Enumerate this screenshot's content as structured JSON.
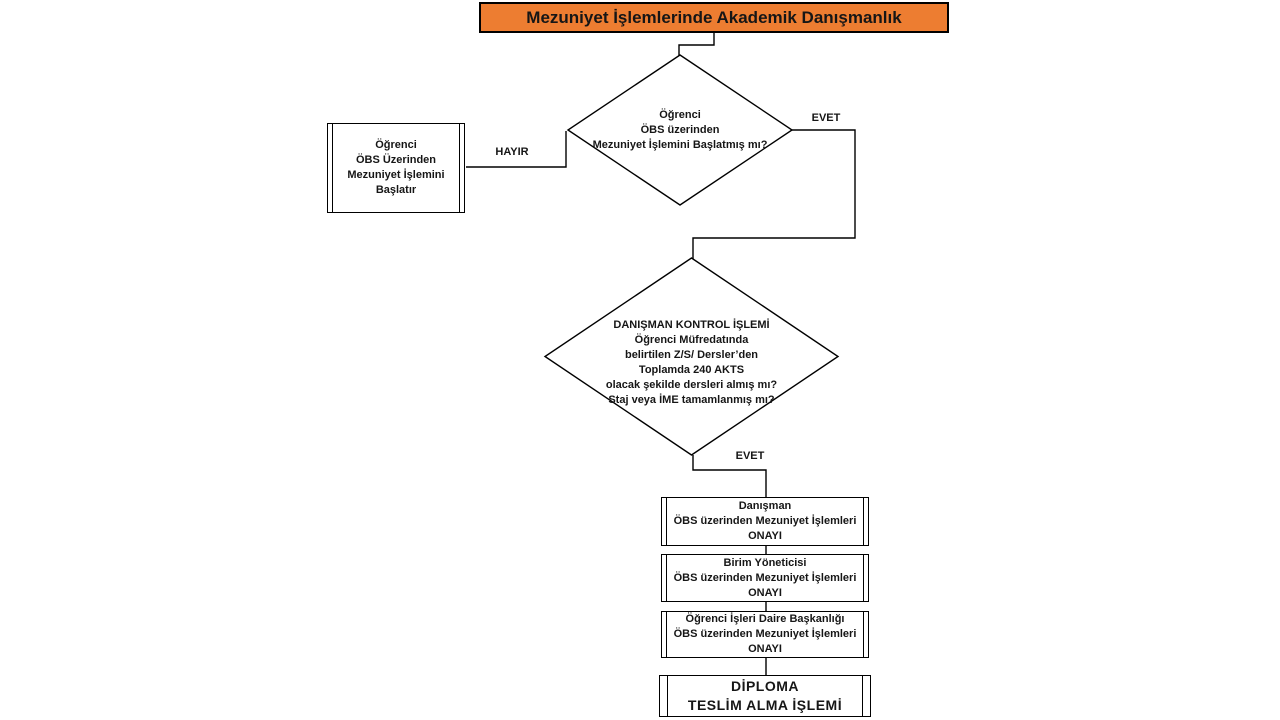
{
  "title": {
    "text": "Mezuniyet İşlemlerinde Akademik Danışmanlık",
    "fill_color": "#ED7D31",
    "border_color": "#000000"
  },
  "decisions": {
    "start": {
      "lines": [
        "Öğrenci",
        "ÖBS üzerinden",
        "Mezuniyet İşlemini Başlatmış mı?"
      ]
    },
    "advisor_check": {
      "lines": [
        "DANIŞMAN KONTROL İŞLEMİ",
        "Öğrenci Müfredatında",
        "belirtilen Z/S/ Dersler’den",
        "Toplamda 240 AKTS",
        "olacak şekilde dersleri almış mı?",
        "Staj veya İME tamamlanmış mı?"
      ]
    }
  },
  "processes": {
    "student_start": {
      "lines": [
        "Öğrenci",
        "ÖBS Üzerinden",
        "Mezuniyet İşlemini",
        "Başlatır"
      ]
    },
    "advisor_approval": {
      "lines": [
        "Danışman",
        "ÖBS üzerinden Mezuniyet İşlemleri",
        "ONAYI"
      ]
    },
    "unit_manager_approval": {
      "lines": [
        "Birim Yöneticisi",
        "ÖBS üzerinden Mezuniyet İşlemleri",
        "ONAYI"
      ]
    },
    "student_affairs_approval": {
      "lines": [
        "Öğrenci İşleri Daire Başkanlığı",
        "ÖBS üzerinden Mezuniyet İşlemleri",
        "ONAYI"
      ]
    },
    "diploma": {
      "lines": [
        "DİPLOMA",
        "TESLİM ALMA İŞLEMİ"
      ]
    }
  },
  "edge_labels": {
    "no_1": "HAYIR",
    "yes_1": "EVET",
    "yes_2": "EVET"
  },
  "colors": {
    "line": "#000000",
    "text": "#161616",
    "title_fill": "#ED7D31"
  }
}
